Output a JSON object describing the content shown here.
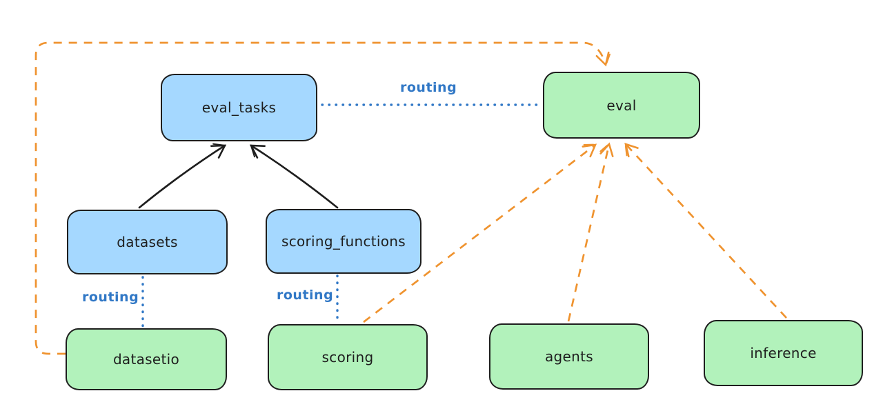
{
  "diagram": {
    "title_hint": "eval routing diagram",
    "colors": {
      "background": "#ffffff",
      "api_box_fill": "#a5d8ff",
      "provider_box_fill": "#b2f2bb",
      "box_stroke": "#1e1e1e",
      "solid_arrow": "#1e1e1e",
      "routing_blue": "#3178c6",
      "dashed_orange": "#ef932f"
    },
    "nodes": {
      "eval_tasks": {
        "label": "eval_tasks",
        "fill": "#a5d8ff"
      },
      "eval": {
        "label": "eval",
        "fill": "#b2f2bb"
      },
      "datasets": {
        "label": "datasets",
        "fill": "#a5d8ff"
      },
      "scoring_functions": {
        "label": "scoring_functions",
        "fill": "#a5d8ff"
      },
      "datasetio": {
        "label": "datasetio",
        "fill": "#b2f2bb"
      },
      "scoring": {
        "label": "scoring",
        "fill": "#b2f2bb"
      },
      "agents": {
        "label": "agents",
        "fill": "#b2f2bb"
      },
      "inference": {
        "label": "inference",
        "fill": "#b2f2bb"
      }
    },
    "edges": [
      {
        "from": "datasets",
        "to": "eval_tasks",
        "style": "solid-arrow",
        "label": ""
      },
      {
        "from": "scoring_functions",
        "to": "eval_tasks",
        "style": "solid-arrow",
        "label": ""
      },
      {
        "from": "eval_tasks",
        "to": "eval",
        "style": "dotted",
        "label": "routing"
      },
      {
        "from": "datasets",
        "to": "datasetio",
        "style": "dotted",
        "label": "routing"
      },
      {
        "from": "scoring_functions",
        "to": "scoring",
        "style": "dotted",
        "label": "routing"
      },
      {
        "from": "datasetio",
        "to": "eval",
        "style": "dashed-arrow",
        "label": ""
      },
      {
        "from": "scoring",
        "to": "eval",
        "style": "dashed-arrow",
        "label": ""
      },
      {
        "from": "agents",
        "to": "eval",
        "style": "dashed-arrow",
        "label": ""
      },
      {
        "from": "inference",
        "to": "eval",
        "style": "dashed-arrow",
        "label": ""
      }
    ]
  }
}
